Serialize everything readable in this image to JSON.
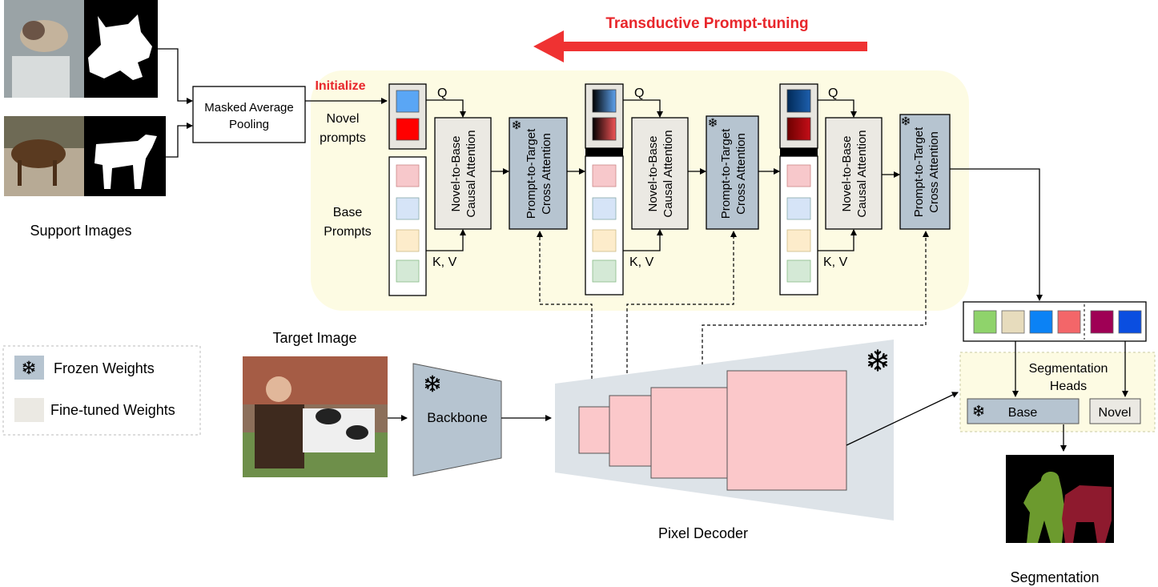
{
  "title": "Transductive  Prompt-tuning",
  "support_images_label": "Support Images",
  "masked_pooling": {
    "line1": "Masked Average",
    "line2": "Pooling"
  },
  "initialize_label": "Initialize",
  "novel_prompts": {
    "line1": "Novel",
    "line2": "prompts"
  },
  "base_prompts": {
    "line1": "Base",
    "line2": "Prompts"
  },
  "q_label": "Q",
  "kv_label": "K, V",
  "causal_block": {
    "line1": "Novel-to-Base",
    "line2": "Causal Attention"
  },
  "cross_block": {
    "line1": "Prompt-to-Target",
    "line2": "Cross Attention"
  },
  "target_image_label": "Target Image",
  "backbone_label": "Backbone",
  "pixel_decoder_label": "Pixel Decoder",
  "seg_heads": {
    "line1": "Segmentation",
    "line2": "Heads"
  },
  "base_head_label": "Base",
  "novel_head_label": "Novel",
  "segmentation_label": "Segmentation",
  "legend": {
    "frozen": "Frozen Weights",
    "finetuned": "Fine-tuned Weights"
  },
  "icons": {
    "frozen": "snowflake-icon"
  },
  "colors": {
    "accent_red": "#e8262b",
    "panel_yellow": "#fdfbe3",
    "frozen_blue": "#b6c4d0",
    "finetuned_gray": "#ebe9e3",
    "decoder_pink": "#fbc8ca",
    "decoder_bg": "#dde3e8"
  },
  "base_prompt_colors": [
    "#f7c8cb",
    "#d6e4f7",
    "#fdeccb",
    "#d4e9d6"
  ],
  "output_tokens": [
    "#8fd36b",
    "#e7dcbd",
    "#0b82f5",
    "#f36669",
    "#9f0055",
    "#0a4ee0"
  ]
}
